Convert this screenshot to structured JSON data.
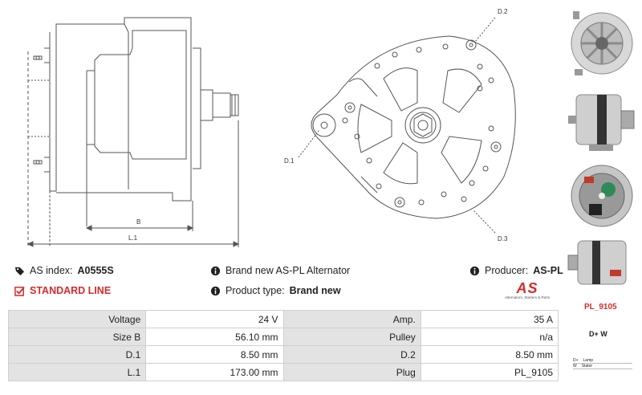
{
  "drawing": {
    "dim_b": "B",
    "dim_l1": "L.1",
    "dim_d1": "D.1",
    "dim_d2": "D.2",
    "dim_d3": "D.3"
  },
  "info": {
    "index_label": "AS index:",
    "index_value": "A0555S",
    "standard_line": "STANDARD LINE",
    "brand_text": "Brand new AS-PL Alternator",
    "product_type_label": "Product type:",
    "product_type_value": "Brand new",
    "producer_label": "Producer:",
    "producer_value": "AS-PL"
  },
  "logo": {
    "mark": "AS",
    "tagline": "Alternators, Starters & Parts"
  },
  "specs": [
    {
      "l1": "Voltage",
      "v1": "24 V",
      "l2": "Amp.",
      "v2": "35 A"
    },
    {
      "l1": "Size B",
      "v1": "56.10 mm",
      "l2": "Pulley",
      "v2": "n/a"
    },
    {
      "l1": "D.1",
      "v1": "8.50 mm",
      "l2": "D.2",
      "v2": "8.50 mm"
    },
    {
      "l1": "L.1",
      "v1": "173.00 mm",
      "l2": "Plug",
      "v2": "PL_9105"
    }
  ],
  "plug": {
    "code": "PL_9105",
    "terminals": "D+   W",
    "legend": [
      {
        "key": "D+",
        "desc": "Lamp"
      },
      {
        "key": "W",
        "desc": "Stator"
      }
    ]
  },
  "colors": {
    "accent_red": "#d62b2b",
    "label_bg": "#e3e3e3",
    "border": "#cfcfcf"
  }
}
